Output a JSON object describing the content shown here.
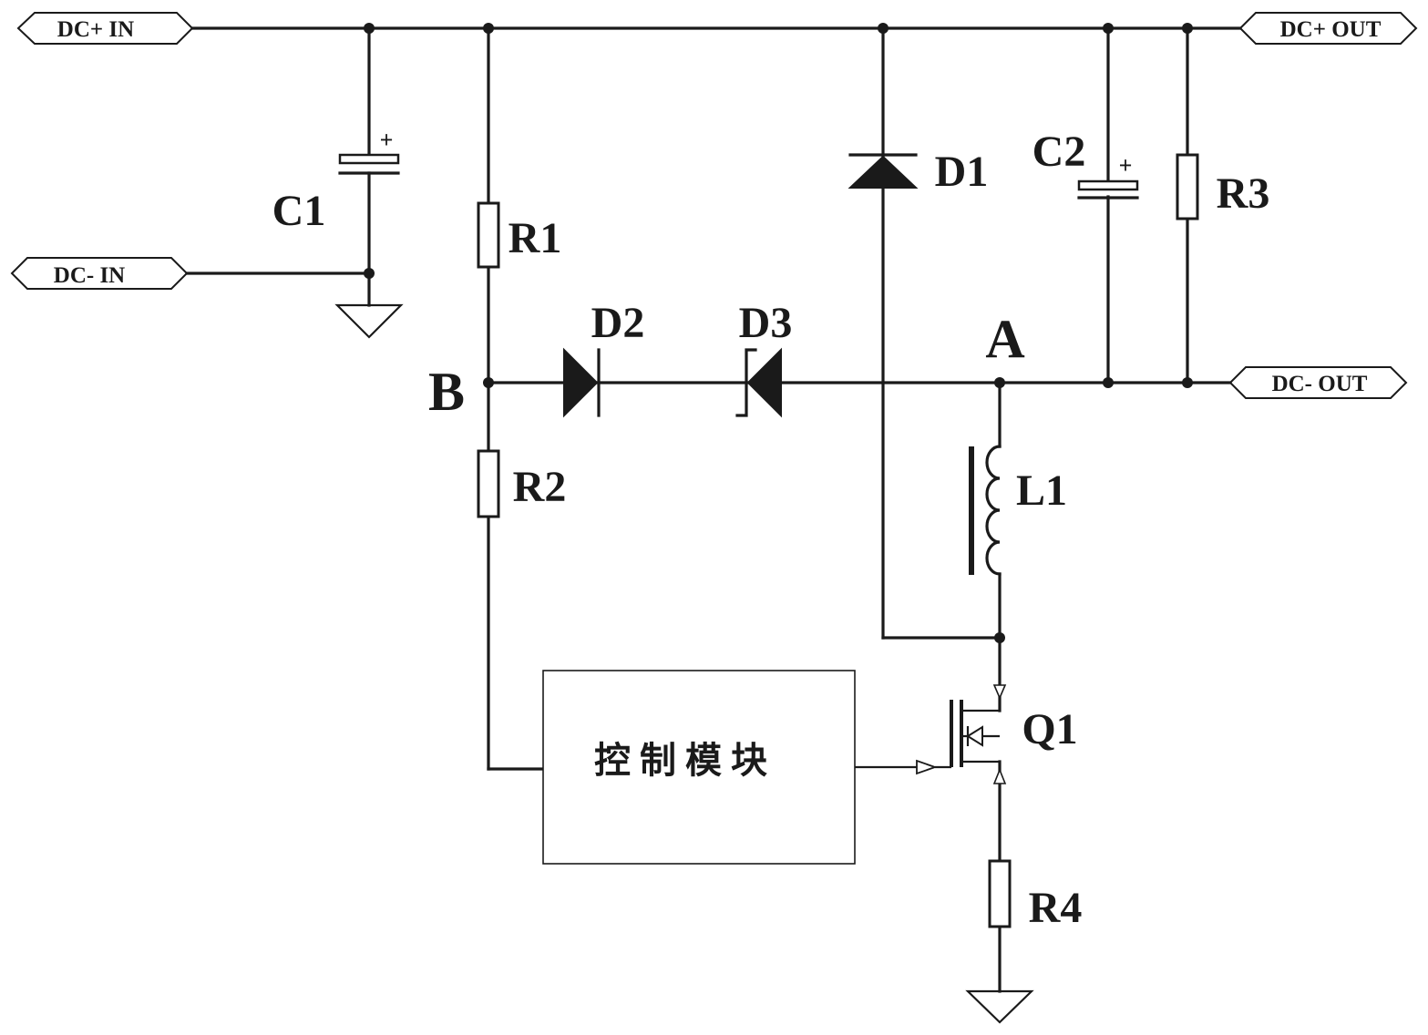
{
  "ports": {
    "dc_plus_in": "DC+ IN",
    "dc_minus_in": "DC- IN",
    "dc_plus_out": "DC+ OUT",
    "dc_minus_out": "DC- OUT"
  },
  "components": {
    "c1": "C1",
    "c2": "C2",
    "r1": "R1",
    "r2": "R2",
    "r3": "R3",
    "r4": "R4",
    "d1": "D1",
    "d2": "D2",
    "d3": "D3",
    "l1": "L1",
    "q1": "Q1"
  },
  "polarity": {
    "c1_plus": "+",
    "c2_plus": "+"
  },
  "nodes": {
    "a": "A",
    "b": "B"
  },
  "control_module": {
    "label": "控制模块"
  }
}
